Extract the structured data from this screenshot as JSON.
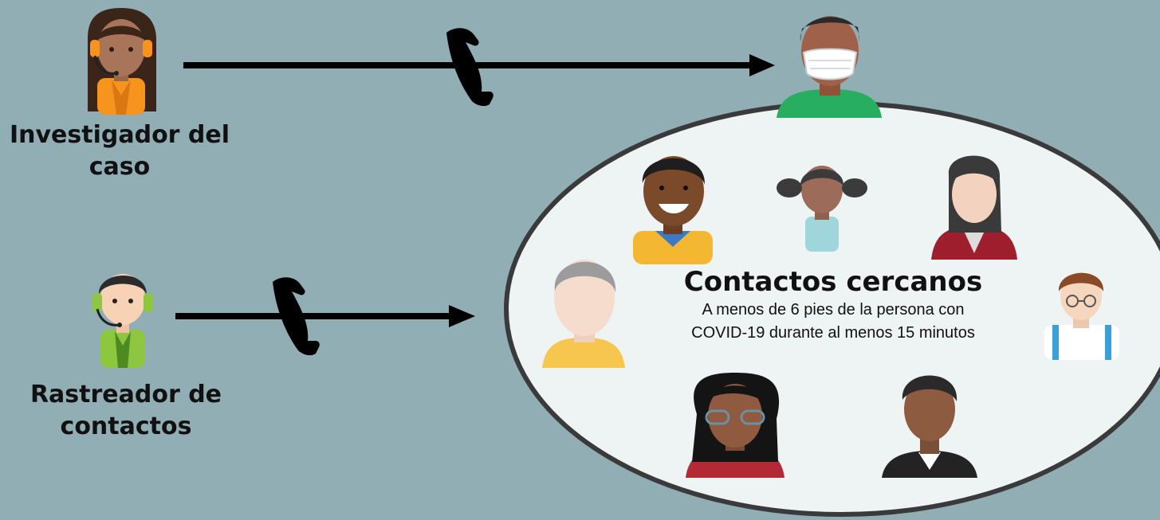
{
  "roles": {
    "investigator": {
      "label_line1": "Investigador del",
      "label_line2": "caso",
      "headset_color": "#f7941d"
    },
    "tracer": {
      "label_line1": "Rastreador de",
      "label_line2": "contactos",
      "headset_color": "#8dc63f"
    }
  },
  "close_contacts": {
    "title": "Contactos cercanos",
    "description_line1": "A menos de 6 pies de la persona con",
    "description_line2": "COVID-19 durante al menos 15 minutos"
  },
  "icons": [
    "phone-handset-icon",
    "arrow-icon",
    "person-avatar-icon",
    "face-mask-icon"
  ],
  "colors": {
    "background": "#91aeb4",
    "ellipse_fill": "#eef4f3",
    "ellipse_border": "#3a3a3a",
    "arrow": "#000000"
  }
}
